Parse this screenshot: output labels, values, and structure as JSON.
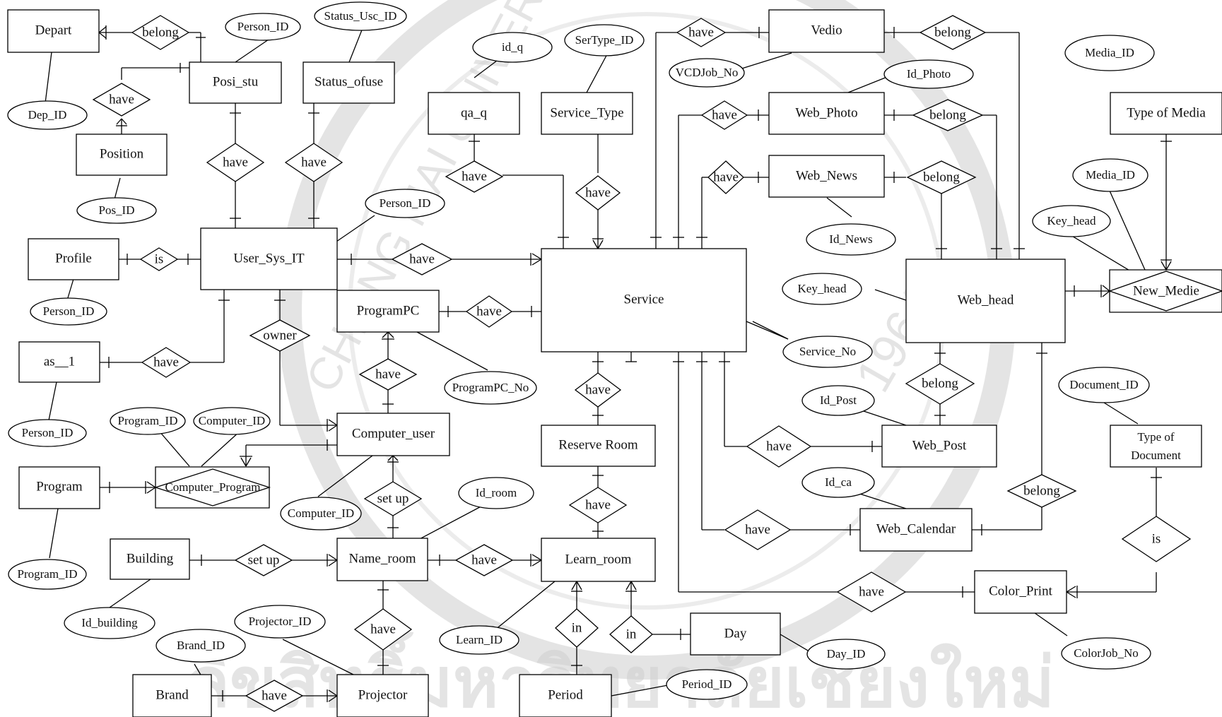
{
  "watermark": {
    "university": "CHIANG MAI UNIVERSITY",
    "year": "1964",
    "thai_text": "ลิขสิทธิ์มหาวิทยาลัยเชียงใหม่"
  },
  "entities": {
    "depart": "Depart",
    "posi_stu": "Posi_stu",
    "status_ofuse": "Status_ofuse",
    "position": "Position",
    "profile": "Profile",
    "user_sys_it": "User_Sys_IT",
    "programpc": "ProgramPC",
    "as_1": "as__1",
    "computer_user": "Computer_user",
    "program": "Program",
    "building": "Building",
    "name_room": "Name_room",
    "brand": "Brand",
    "projector": "Projector",
    "qa_q": "qa_q",
    "service_type": "Service_Type",
    "service": "Service",
    "reserve_room": "Reserve Room",
    "learn_room": "Learn_room",
    "period": "Period",
    "day": "Day",
    "vedio": "Vedio",
    "web_photo": "Web_Photo",
    "web_news": "Web_News",
    "web_head": "Web_head",
    "web_post": "Web_Post",
    "web_calendar": "Web_Calendar",
    "color_print": "Color_Print",
    "type_of_media": "Type of Media",
    "type_of_document_line1": "Type of",
    "type_of_document_line2": "Document"
  },
  "relationships": {
    "belong_depart": "belong",
    "have_position": "have",
    "have_posi": "have",
    "have_status": "have",
    "is_profile": "is",
    "owner": "owner",
    "have_as1": "have",
    "have_pc_cu": "have",
    "have_service_user": "have",
    "have_pc_service": "have",
    "computer_program": "Computer_Program",
    "set_up_cu": "set up",
    "set_up_building": "set up",
    "have_name_learn": "have",
    "have_projector": "have",
    "have_brand": "have",
    "have_qa": "have",
    "have_servtype": "have",
    "have_reserve": "have",
    "have_learn": "have",
    "in_period": "in",
    "in_day": "in",
    "have_vedio": "have",
    "belong_vedio": "belong",
    "have_photo": "have",
    "belong_photo": "belong",
    "have_news": "have",
    "belong_news": "belong",
    "belong_post": "belong",
    "have_post": "have",
    "have_calendar": "have",
    "belong_calendar": "belong",
    "have_color": "have",
    "is_doc": "is",
    "new_medie": "New_Medie"
  },
  "attributes": {
    "person_id_posi": "Person_ID",
    "status_use_id": "Status_Usc_ID",
    "dep_id": "Dep_ID",
    "pos_id": "Pos_ID",
    "person_id_user": "Person_ID",
    "person_id_profile": "Person_ID",
    "person_id_as1": "Person_ID",
    "program_id_cp": "Program_ID",
    "computer_id_cp": "Computer_ID",
    "programpc_no": "ProgramPC_No",
    "computer_id_cu": "Computer_ID",
    "program_id": "Program_ID",
    "id_room": "Id_room",
    "id_building": "Id_building",
    "projector_id": "Projector_ID",
    "brand_id": "Brand_ID",
    "learn_id": "Learn_ID",
    "period_id": "Period_ID",
    "day_id": "Day_ID",
    "id_q": "id_q",
    "sertype_id": "SerType_ID",
    "vcdjob_no": "VCDJob_No",
    "id_photo": "Id_Photo",
    "id_news": "Id_News",
    "key_head_left": "Key_head",
    "service_no": "Service_No",
    "id_post": "Id_Post",
    "id_ca": "Id_ca",
    "colorjob_no": "ColorJob_No",
    "media_id_top": "Media_ID",
    "media_id_mid": "Media_ID",
    "key_head_right": "Key_head",
    "document_id": "Document_ID"
  }
}
